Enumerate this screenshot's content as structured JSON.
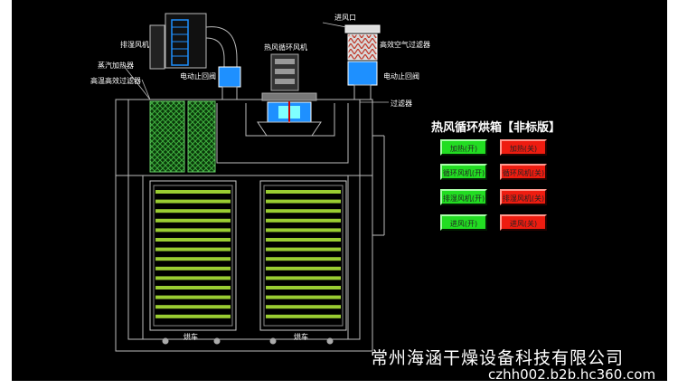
{
  "panel": {
    "title": "热风循环烘箱【非标版】"
  },
  "labels": {
    "exhaust_fan": "排湿风机",
    "air_inlet": "进风口",
    "circulation_fan": "热风循环风机",
    "hepa_filter": "高效空气过滤器",
    "steam_heater": "蒸汽加热器",
    "high_temp_filter": "高温高效过滤器",
    "damper_left": "电动止回阀",
    "damper_right": "电动止回阀",
    "filter": "过滤器",
    "cart_left": "烘车",
    "cart_right": "烘车"
  },
  "controls": [
    {
      "on": "加热(开)",
      "off": "加热(关)"
    },
    {
      "on": "循环风机(开)",
      "off": "循环风机(关)"
    },
    {
      "on": "排湿风机(开)",
      "off": "排湿风机(关)"
    },
    {
      "on": "进风(开)",
      "off": "进风(关)"
    }
  ],
  "colors": {
    "on_button": "#22dd22",
    "off_button": "#ee1c10",
    "duct_blue": "#1e90ff",
    "filter_green": "#2e8b2e",
    "tray_green": "#9acd32"
  },
  "footer": {
    "company": "常州海涵干燥设备科技有限公司",
    "website": "czhh002.b2b.hc360.com"
  }
}
